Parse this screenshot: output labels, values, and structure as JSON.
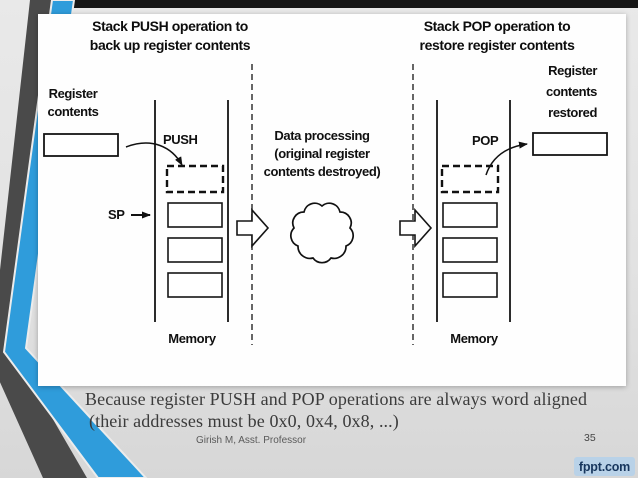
{
  "slide": {
    "caption_line1": "Because register PUSH and POP operations are always word aligned",
    "caption_line2": "(their addresses must be 0x0, 0x4, 0x8, ...)",
    "footer_author": "Girish M, Asst. Professor",
    "page_number": "35",
    "brand": "fppt.com"
  },
  "diagram": {
    "push_title_line1": "Stack PUSH operation to",
    "push_title_line2": "back up register contents",
    "pop_title_line1": "Stack POP operation to",
    "pop_title_line2": "restore register contents",
    "register_contents_line1": "Register",
    "register_contents_line2": "contents",
    "push_label": "PUSH",
    "pop_label": "POP",
    "sp_label": "SP",
    "memory_label_left": "Memory",
    "memory_label_right": "Memory",
    "processing_line1": "Data processing",
    "processing_line2": "(original register",
    "processing_line3": "contents destroyed)",
    "restored_line1": "Register",
    "restored_line2": "contents",
    "restored_line3": "restored"
  },
  "colors": {
    "accent_blue": "#2f9cdb",
    "stripe_gray": "#4a4a4a",
    "top_bar": "#161616",
    "badge_bg": "#b9d2e8",
    "badge_text": "#17365d"
  }
}
